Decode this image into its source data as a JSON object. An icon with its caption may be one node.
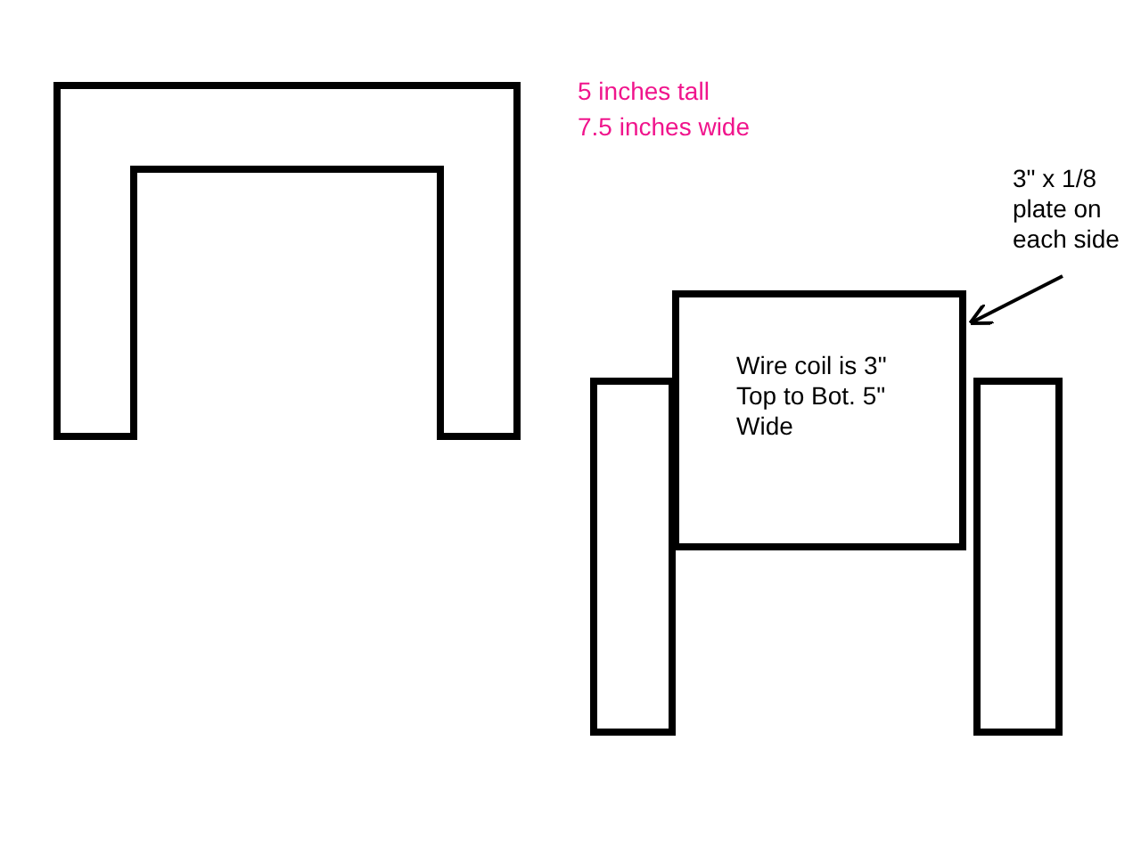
{
  "diagram": {
    "nodes": [
      {
        "text": [
          "Wire coil is 3\" Top to Bot. 5\" Wide"
        ]
      },
      {
        "text": [],
        "shape": "box"
      },
      {
        "text": [],
        "shape": "box"
      },
      {
        "text": [
          "3\" x 1/8 plate on each side"
        ]
      }
    ],
    "edges": [
      {
        "from": 3,
        "to": 0,
        "arrow": "to"
      }
    ],
    "labels": [
      "5 inches tall",
      "7.5 inches wide"
    ]
  }
}
